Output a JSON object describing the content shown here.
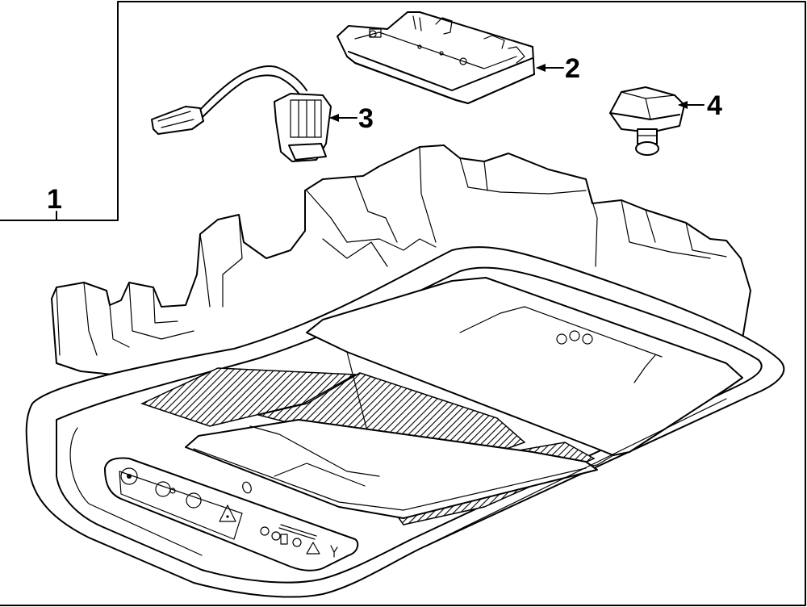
{
  "diagram": {
    "callouts": [
      {
        "id": "1",
        "label": "1"
      },
      {
        "id": "2",
        "label": "2"
      },
      {
        "id": "3",
        "label": "3"
      },
      {
        "id": "4",
        "label": "4"
      }
    ],
    "colors": {
      "line": "#000000",
      "background": "#ffffff",
      "hatch": "#000000"
    },
    "console_icons": [
      "power-icon",
      "light-icon",
      "light-icon",
      "hazard-icon",
      "sos-icon",
      "bulb-icon",
      "lock-icon",
      "warning-icon",
      "person-icon"
    ]
  }
}
